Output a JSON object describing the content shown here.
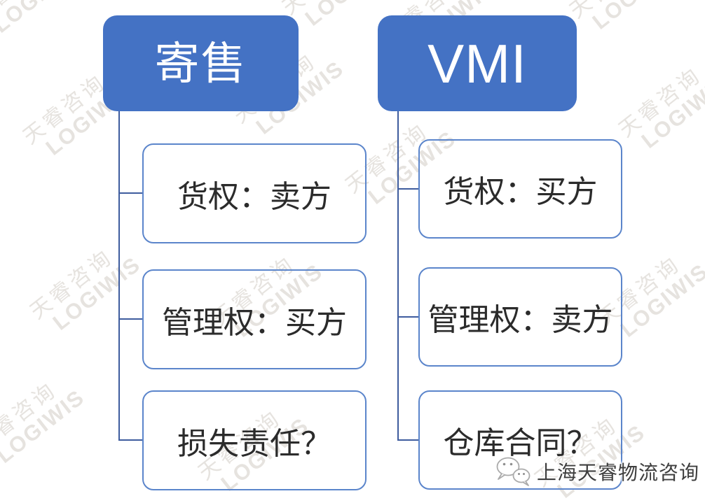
{
  "diagram": {
    "columns": [
      {
        "id": "consignment",
        "header": "寄售",
        "items": [
          {
            "label": "货权：卖方"
          },
          {
            "label": "管理权：买方"
          },
          {
            "label": "损失责任？"
          }
        ]
      },
      {
        "id": "vmi",
        "header": "VMI",
        "items": [
          {
            "label": "货权：买方"
          },
          {
            "label": "管理权：卖方"
          },
          {
            "label": "仓库合同？"
          }
        ]
      }
    ]
  },
  "watermark": {
    "line1": "天睿咨询",
    "line2": "LOGIWIS"
  },
  "footer_logo": {
    "icon": "wechat-icon",
    "text": "上海天睿物流咨询"
  },
  "colors": {
    "header_fill": "#4472C4",
    "header_text": "#FFFFFF",
    "box_border": "#5B85CB",
    "connector": "#3E5C9E",
    "body_text": "#2B2B2B",
    "watermark": "#E6E3DF",
    "logo_text": "#3E3E3E"
  }
}
